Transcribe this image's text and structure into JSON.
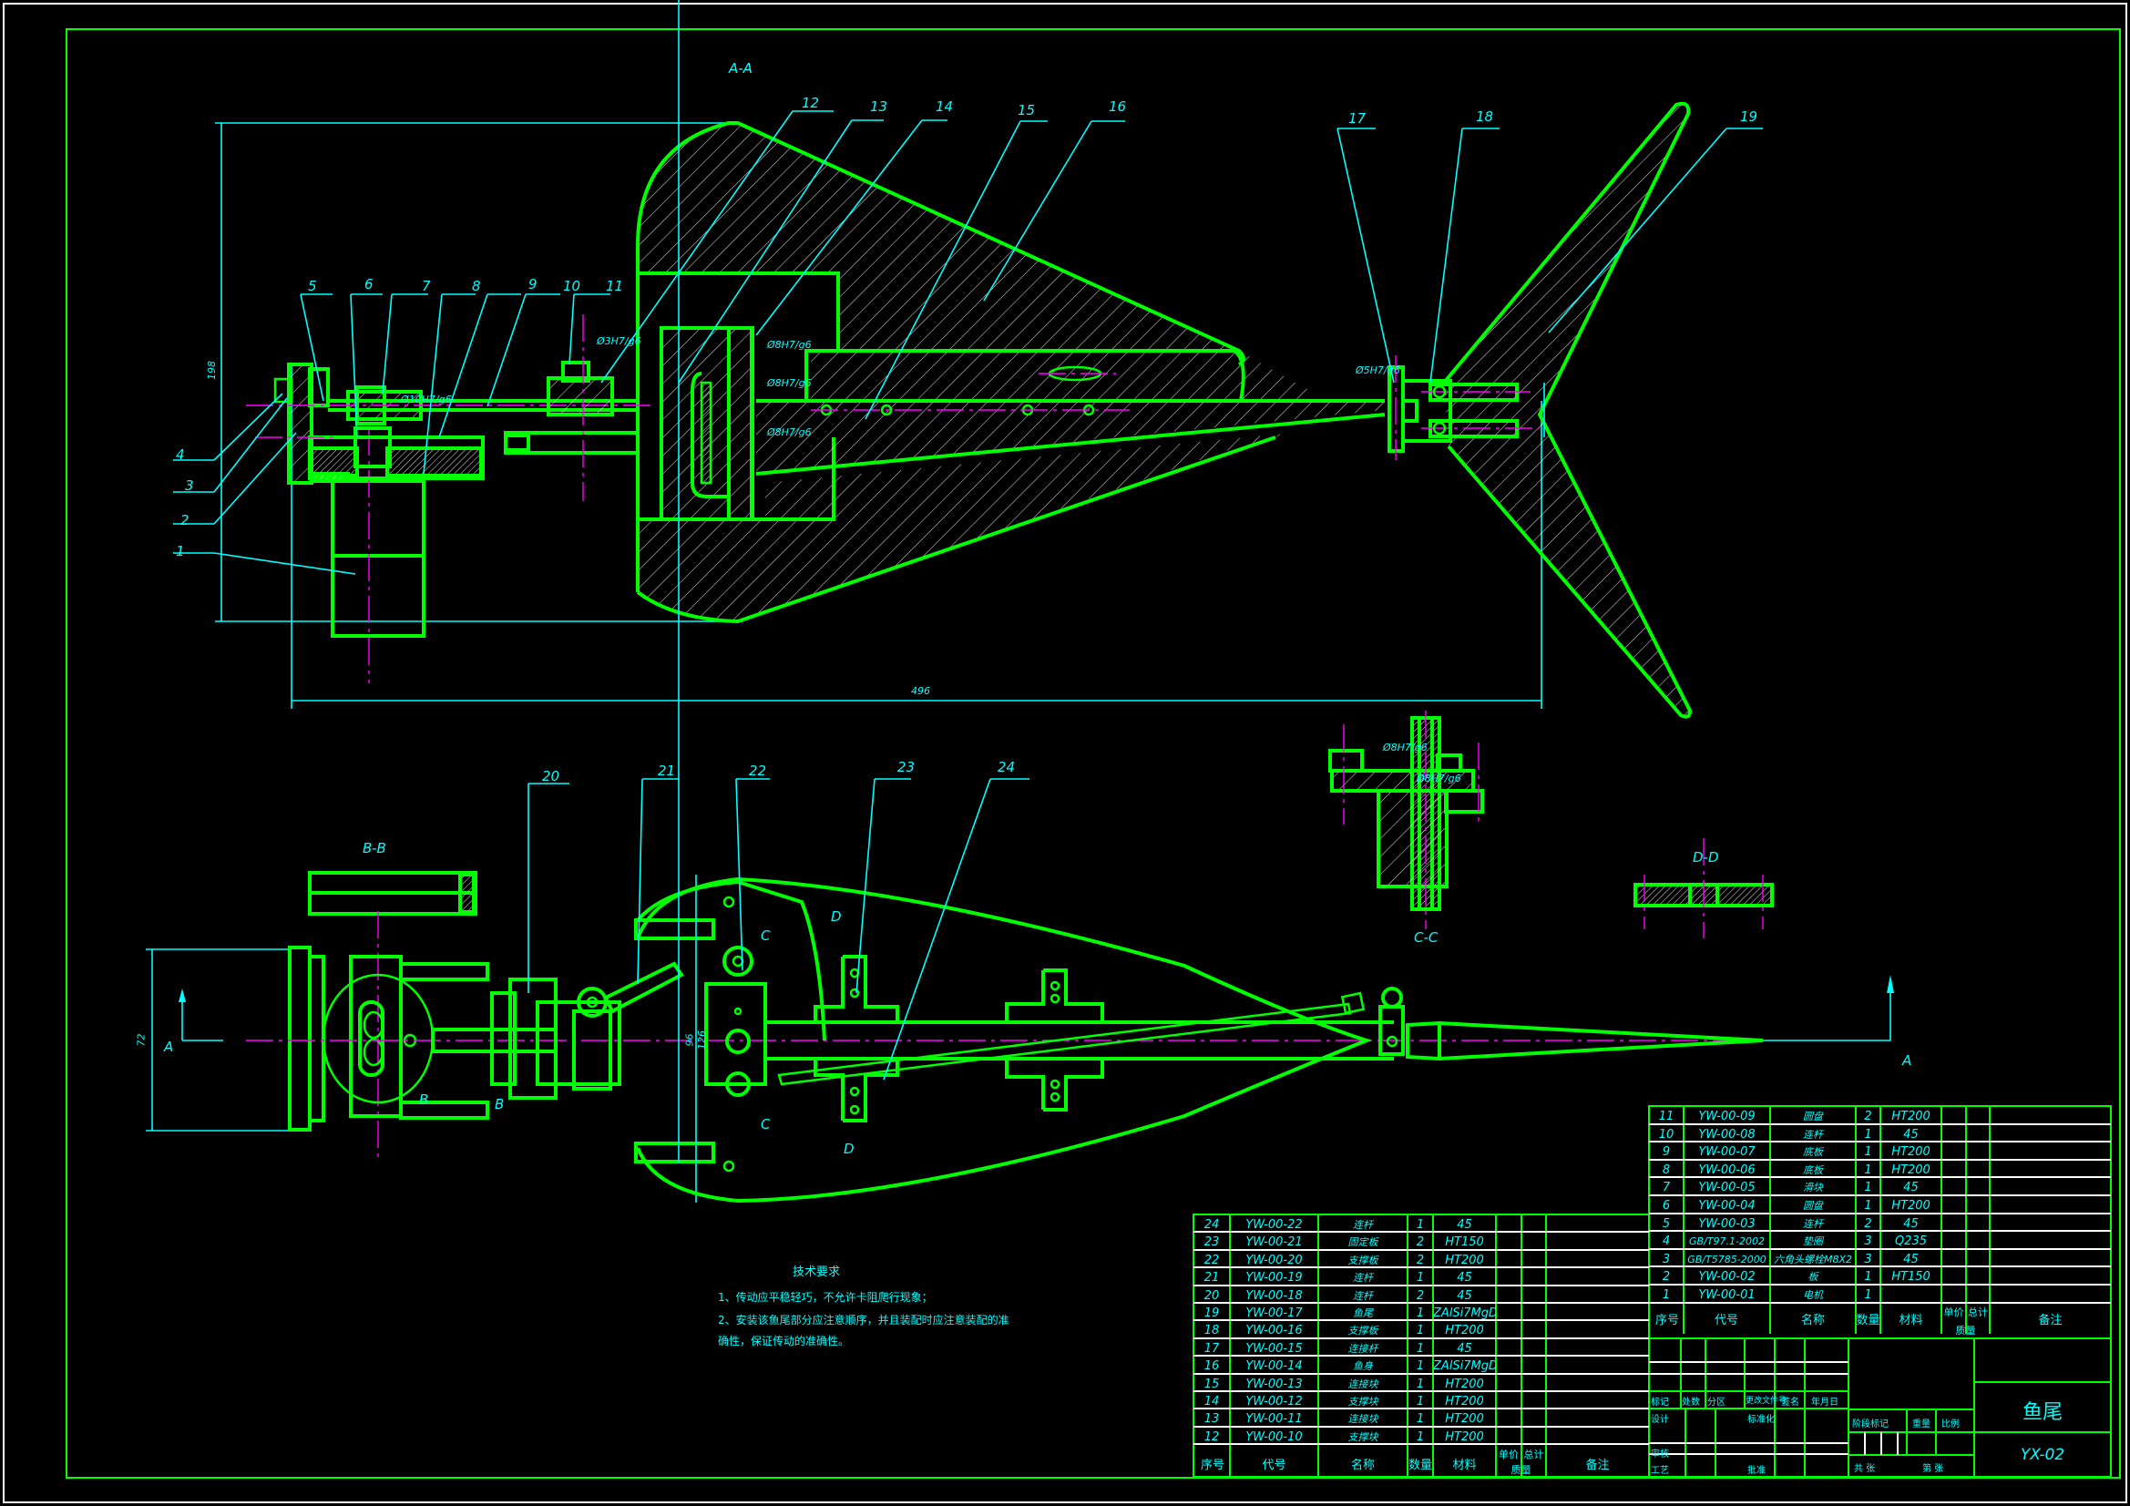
{
  "drawing": {
    "title": "鱼尾",
    "drawing_no": "YX-02",
    "views": {
      "section_aa": "A-A",
      "section_bb": "B-B",
      "section_cc": "C-C",
      "section_dd": "D-D",
      "marker_a": "A",
      "marker_b": "B",
      "marker_c": "C",
      "marker_d": "D"
    },
    "dimensions": {
      "overall_length": "496",
      "height_aa": "198",
      "height_motor": "72",
      "dim_96": "96",
      "dim_126": "126",
      "fit_8": "Ø8H7/g6",
      "fit_3": "Ø3H7/g6",
      "fit_5": "Ø5H7/g6",
      "fit_10": "Ø10H7/g6",
      "fit_6": "Ø6H7/g6"
    },
    "balloons": [
      "1",
      "2",
      "3",
      "4",
      "5",
      "6",
      "7",
      "8",
      "9",
      "10",
      "11",
      "12",
      "13",
      "14",
      "15",
      "16",
      "17",
      "18",
      "19",
      "20",
      "21",
      "22",
      "23",
      "24"
    ]
  },
  "tech_requirements": {
    "title": "技术要求",
    "lines": [
      "1、传动应平稳轻巧，不允许卡阻爬行现象；",
      "2、安装该鱼尾部分应注意顺序，并且装配时应注意装配的准",
      "确性，保证传动的准确性。"
    ]
  },
  "bom_headers": {
    "no": "序号",
    "code": "代号",
    "name": "名称",
    "qty": "数量",
    "material": "材料",
    "unit": "单价",
    "total": "总计",
    "mass": "质量",
    "remark": "备注"
  },
  "bom_right": [
    {
      "no": "11",
      "code": "YW-00-09",
      "name": "圆盘",
      "qty": "2",
      "material": "HT200"
    },
    {
      "no": "10",
      "code": "YW-00-08",
      "name": "连杆",
      "qty": "1",
      "material": "45"
    },
    {
      "no": "9",
      "code": "YW-00-07",
      "name": "底板",
      "qty": "1",
      "material": "HT200"
    },
    {
      "no": "8",
      "code": "YW-00-06",
      "name": "底板",
      "qty": "1",
      "material": "HT200"
    },
    {
      "no": "7",
      "code": "YW-00-05",
      "name": "滑块",
      "qty": "1",
      "material": "45"
    },
    {
      "no": "6",
      "code": "YW-00-04",
      "name": "圆盘",
      "qty": "1",
      "material": "HT200"
    },
    {
      "no": "5",
      "code": "YW-00-03",
      "name": "连杆",
      "qty": "2",
      "material": "45"
    },
    {
      "no": "4",
      "code": "GB/T97.1-2002",
      "name": "垫圈",
      "qty": "3",
      "material": "Q235"
    },
    {
      "no": "3",
      "code": "GB/T5785-2000",
      "name": "六角头螺栓M8X2",
      "qty": "3",
      "material": "45"
    },
    {
      "no": "2",
      "code": "YW-00-02",
      "name": "板",
      "qty": "1",
      "material": "HT150"
    },
    {
      "no": "1",
      "code": "YW-00-01",
      "name": "电机",
      "qty": "1",
      "material": ""
    }
  ],
  "bom_left": [
    {
      "no": "24",
      "code": "YW-00-22",
      "name": "连杆",
      "qty": "1",
      "material": "45"
    },
    {
      "no": "23",
      "code": "YW-00-21",
      "name": "固定板",
      "qty": "2",
      "material": "HT150"
    },
    {
      "no": "22",
      "code": "YW-00-20",
      "name": "支撑板",
      "qty": "2",
      "material": "HT200"
    },
    {
      "no": "21",
      "code": "YW-00-19",
      "name": "连杆",
      "qty": "1",
      "material": "45"
    },
    {
      "no": "20",
      "code": "YW-00-18",
      "name": "连杆",
      "qty": "2",
      "material": "45"
    },
    {
      "no": "19",
      "code": "YW-00-17",
      "name": "鱼尾",
      "qty": "1",
      "material": "ZAlSi7MgD"
    },
    {
      "no": "18",
      "code": "YW-00-16",
      "name": "支撑板",
      "qty": "1",
      "material": "HT200"
    },
    {
      "no": "17",
      "code": "YW-00-15",
      "name": "连接杆",
      "qty": "1",
      "material": "45"
    },
    {
      "no": "16",
      "code": "YW-00-14",
      "name": "鱼身",
      "qty": "1",
      "material": "ZAlSi7MgD"
    },
    {
      "no": "15",
      "code": "YW-00-13",
      "name": "连接块",
      "qty": "1",
      "material": "HT200"
    },
    {
      "no": "14",
      "code": "YW-00-12",
      "name": "支撑块",
      "qty": "1",
      "material": "HT200"
    },
    {
      "no": "13",
      "code": "YW-00-11",
      "name": "连接块",
      "qty": "1",
      "material": "HT200"
    },
    {
      "no": "12",
      "code": "YW-00-10",
      "name": "支撑块",
      "qty": "1",
      "material": "HT200"
    }
  ],
  "title_block": {
    "mark": "标记",
    "count": "处数",
    "zone": "分区",
    "change_doc": "更改文件号",
    "sign": "签名",
    "date": "年月日",
    "design": "设计",
    "standard": "标准化",
    "review": "审核",
    "process": "工艺",
    "approve": "批准",
    "stage_mark": "阶段标记",
    "weight": "重量",
    "scale": "比例",
    "sheets_total": "共  张",
    "sheet_no": "第  张"
  }
}
